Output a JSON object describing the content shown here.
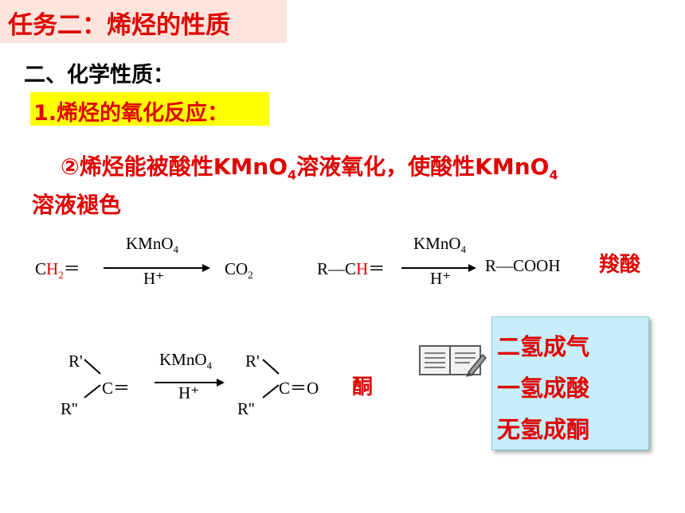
{
  "title": "任务二：烯烃的性质",
  "section": "二、化学性质：",
  "subsection": "1.烯烃的氧化反应：",
  "description": {
    "line1_prefix": "②烯烃能被酸性KMnO",
    "line1_sub1": "4",
    "line1_mid": "溶液氧化，使酸性KMnO",
    "line1_sub2": "4",
    "line2": "溶液褪色"
  },
  "reaction1": {
    "reactant_c": "C",
    "reactant_h": "H",
    "reactant_sub": "2",
    "reactant_bond": "＝",
    "reagent": "KMnO",
    "reagent_sub": "4",
    "condition": "H⁺",
    "product": "CO",
    "product_sub": "2"
  },
  "reaction2": {
    "reactant_r": "R—C",
    "reactant_h": "H",
    "reactant_bond": "＝",
    "reagent": "KMnO",
    "reagent_sub": "4",
    "condition": "H⁺",
    "product": "R—COOH",
    "label": "羧酸"
  },
  "reaction3": {
    "r1": "R'",
    "r2": "R''",
    "center": "C＝",
    "reagent": "KMnO",
    "reagent_sub": "4",
    "condition": "H⁺",
    "p_r1": "R'",
    "p_r2": "R''",
    "product_center": "C＝O",
    "label": "酮"
  },
  "mnemonic": {
    "line1": "二氢成气",
    "line2": "一氢成酸",
    "line3": "无氢成酮"
  }
}
